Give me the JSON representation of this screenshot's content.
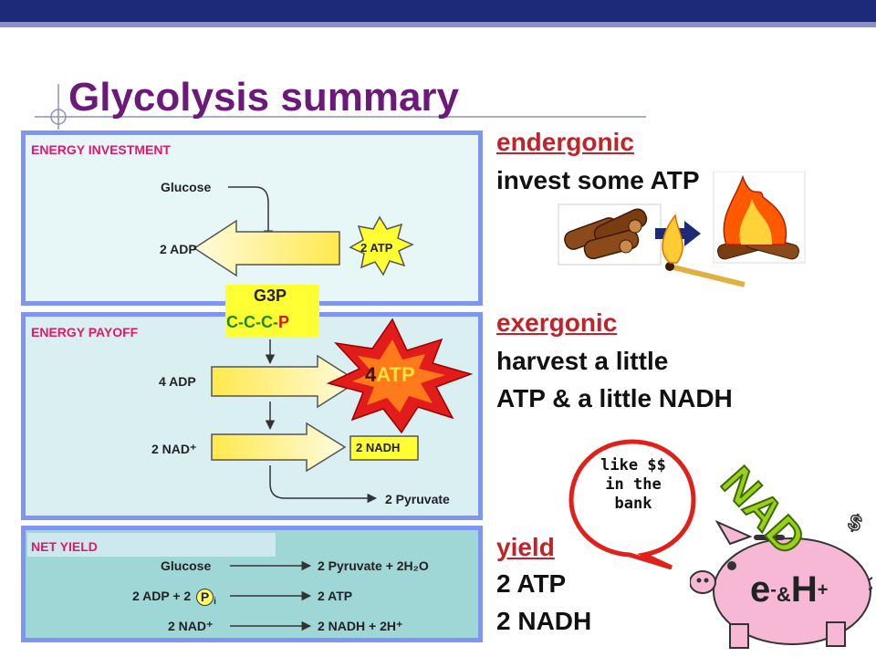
{
  "slide": {
    "title": "Glycolysis summary"
  },
  "panels": {
    "investment": {
      "label": "ENERGY INVESTMENT",
      "glucose": "Glucose",
      "adp": "2 ADP",
      "atp": "2 ATP"
    },
    "payoff": {
      "label": "ENERGY PAYOFF",
      "adp": "4 ADP",
      "nad": "2 NAD⁺",
      "nadh": "2 NADH",
      "pyruvate": "2 Pyruvate"
    },
    "net": {
      "label": "NET YIELD",
      "left": [
        "Glucose",
        "2 ADP + 2",
        "2 NAD⁺"
      ],
      "pi": "P",
      "pi_sub": "i",
      "right": [
        "2 Pyruvate + 2H₂O",
        "2 ATP",
        "2 NADH + 2H⁺"
      ]
    }
  },
  "g3p": {
    "name": "G3P",
    "chain": [
      "C-C-C-",
      "P"
    ]
  },
  "burst": {
    "number": "4",
    "text": "ATP"
  },
  "notes": {
    "endergonic": {
      "head": "endergonic",
      "lines": [
        "invest some ATP"
      ]
    },
    "exergonic": {
      "head": "exergonic",
      "lines": [
        "harvest a little",
        "ATP & a little NADH"
      ]
    },
    "yield": {
      "head": "yield",
      "lines": [
        "2 ATP",
        "2 NADH"
      ]
    }
  },
  "bubble": {
    "lines": [
      "like $$",
      "in the",
      "bank"
    ]
  },
  "pig": {
    "e": "e",
    "e_sup": "-",
    "amp": "&",
    "h": "H",
    "h_sup": "+",
    "nad": "NAD",
    "dollar": "$"
  },
  "colors": {
    "title": "#6b1a7a",
    "head": "#c0232a",
    "panel_border": "#7f95f4",
    "panel_label": "#e0196b",
    "arrow_fill": "#ffe94d"
  }
}
